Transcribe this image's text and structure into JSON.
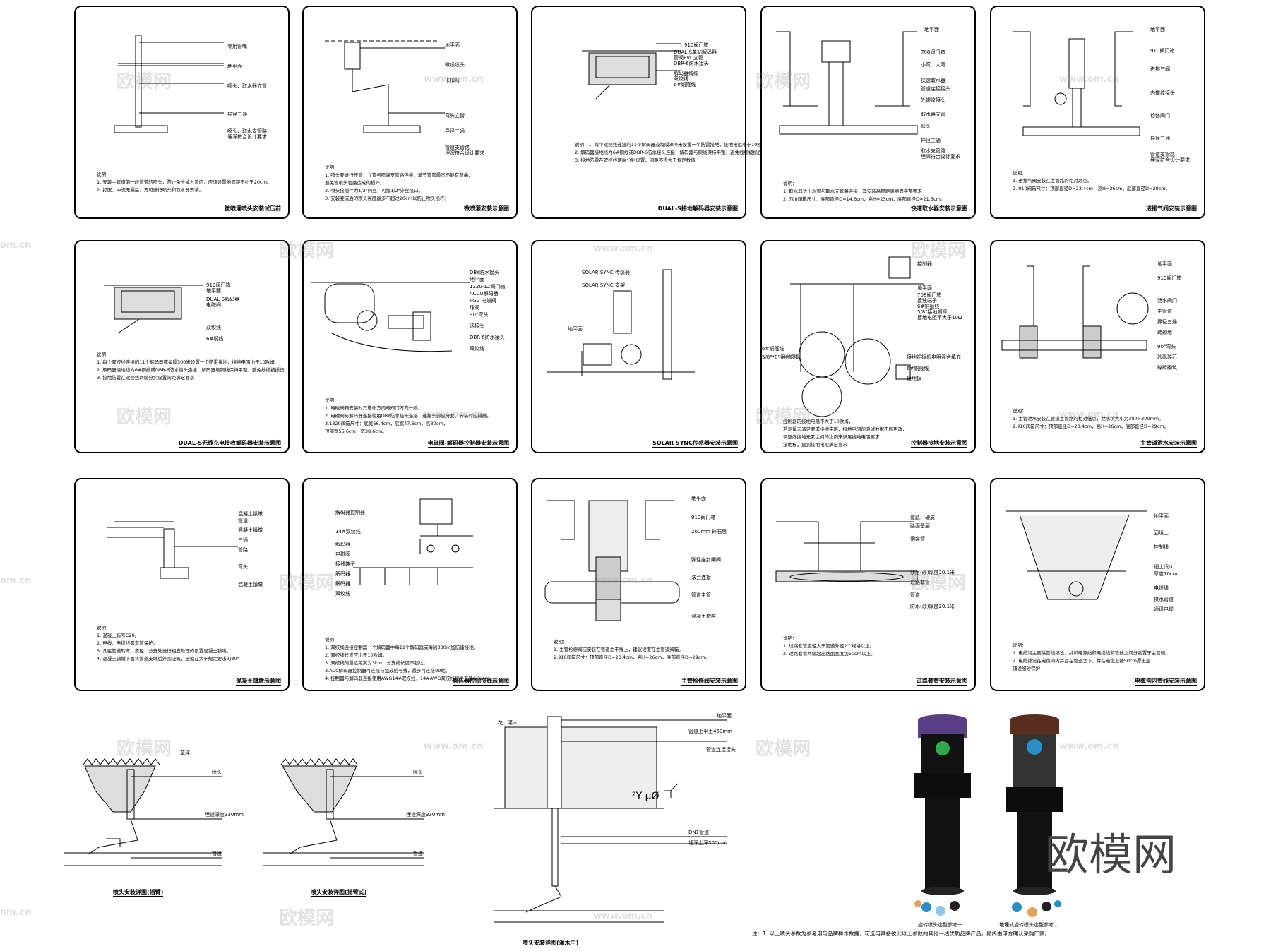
{
  "panels": [
    {
      "title": "微喷灌喷头安装试压前",
      "labels": [
        "专用管嘴",
        "地平面",
        "喷头、取水器立管",
        "异径三通",
        "喷头、取水支管路",
        "埋深符合设计要求"
      ],
      "notes": [
        "说明：",
        "1. 安装主管道前一段管道的喷头，防止杂土掉入管内，应须设置地面距不小于20cm。",
        "2. 打压、冲洗无漏后，方可进行喷头和取水器安装。"
      ]
    },
    {
      "title": "微喷灌安装示意图",
      "labels": [
        "地平面",
        "微喷喷头",
        "卡扣弯",
        "弯头立管",
        "异径三通",
        "管道支管路",
        "埋深符合设计要求"
      ],
      "notes": [
        "说明：",
        "1. 喷头要进行枝管，立管与喷灌支管路连接，单节管管最宽不能有弯曲，",
        "   避免管喷头管路造成的损坏。",
        "2. 喷头接插件为1/2\"内丝，可接1/2\"外丝接口。",
        "3. 安装完成后的喷头高度最多不超过20cm以防止喷头损坏。"
      ]
    },
    {
      "title": "DUAL-S接地解码器安装示意图",
      "labels": [
        "910阀门箱",
        "DUAL-S单站解码器",
        "管阀PVC立管",
        "DBR-6防水接头",
        "解码器线缆",
        "双绞线",
        "6#铜箍线"
      ],
      "notes": [
        "说明：1. 每个双绞线连接的11个解码器或每隔300米设置一个防雷接地，接地电阻小于10欧姆",
        "   2. 解码器接地线为6#铜线或DBR-6防水接头连接，解码器与铜线保持平整，避免线缆被损伤",
        "   3. 接地防雷在双绞线两端分别设置，间距不得大于规定数值"
      ]
    },
    {
      "title": "快速取水器安装示意图",
      "labels": [
        "地平面",
        "708阀门箱",
        "小弯、大弯",
        "快速取水器",
        "管道连接接头",
        "外螺纹接头",
        "取水器支管",
        "弯头",
        "异径三通",
        "取水支管路",
        "埋深符合设计要求"
      ],
      "notes": [
        "说明：",
        "1. 取水器进出水管与取水支管路连接，其安装高度距离地面平整要求",
        "2. 708阀箱尺寸：底部直径D=14.6cm，高H=23cm，底部直径D=21.5cm。"
      ]
    },
    {
      "title": "进排气阀安装示意图",
      "labels": [
        "地平面",
        "910阀门箱",
        "进排气阀",
        "内螺纹接头",
        "检修阀门",
        "异径三通",
        "管道支管路",
        "埋深符合设计要求"
      ],
      "notes": [
        "说明：",
        "1. 进排气阀安装在主管路的相对高点。",
        "2. 910阀箱尺寸：顶部直径D=23.4cm，高H=26cm，底部直径D=29cm。"
      ]
    },
    {
      "title": "DUAL-S无线充电接收解码器安装示意图",
      "labels": [
        "910阀门箱",
        "地平面",
        "DUAL-S解码器",
        "电磁阀",
        "双绞线",
        "6#铜线"
      ],
      "notes": [
        "说明：",
        "1. 每个双绞线连接的11个解码器或每隔300米设置一个防雷接地，接地电阻小于10欧姆",
        "2. 解码器接地线为6#铜线或DBR-6防水接头连接，解码器与铜线保持平整，避免线缆被损伤",
        "3. 接地防雷在双绞线两端分别设置间距满足要求"
      ]
    },
    {
      "title": "电磁阀-解码器控制器安装示意图",
      "labels": [
        "DBY防水接头",
        "地平面",
        "1320-12阀门箱",
        "ACCU解码器",
        "PGV 电磁阀",
        "球阀",
        "90°弯头",
        "活接头",
        "DBR-6防水接头",
        "双绞线"
      ],
      "notes": [
        "说明：",
        "1. 电磁阀箱安装时其箱体方向与阀门方向一致。",
        "2. 电磁阀与解码器连接使用DBY防水接头连接，连接头部应分套，安装时应排线。",
        "3.1320阀箱尺寸：底宽66.4cm，底宽47.6cm，高30cm，",
        "              顶部宽55.6cm，宽38.6cm。"
      ]
    },
    {
      "title": "SOLAR SYNC传感器安装示意图",
      "labels": [
        "SOLAR SYNC 传感器",
        "SOLAR SYNC 支架",
        "地平面"
      ],
      "notes": []
    },
    {
      "title": "控制器接地安装示意图",
      "labels": [
        "控制器",
        "地平面",
        "708阀门箱",
        "接线端子",
        "6#铜箍线",
        "5/8\"接地铜棒",
        "接地电阻不大于10Ω",
        "5/8\"*8'接地铜棒",
        "6#铜箍线",
        "接地铜板低电阻混合填充",
        "6#铜箍线",
        "接地板"
      ],
      "notes": [
        "控制器的接地电阻不大于10欧姆，",
        "若测量未满足要求接地电阻，接地电阻的测试数据不断更改，",
        "调整好接地元素之间的比例来满足接地电阻要求",
        "接地板，直到接地电阻满足要求"
      ]
    },
    {
      "title": "主管道泄水安装示意图",
      "labels": [
        "地平面",
        "910阀门箱",
        "泄水阀门",
        "主管道",
        "异径三通",
        "砖砌墙",
        "90°弯头",
        "砂砾碎石",
        "碎砖砌筑"
      ],
      "notes": [
        "说明：",
        "1. 主管泄水安装在管道主管路的相对低点，泄水坑大小为300×300mm。",
        "2.910阀箱尺寸：顶部直径D=23.4cm，高H=26cm，底部直径D=29cm。"
      ]
    },
    {
      "title": "混凝土镇墩示意图",
      "labels": [
        "混凝土镇墩",
        "管道",
        "混凝土镇墩",
        "三通",
        "管路",
        "弯头",
        "混凝土镇墩"
      ],
      "notes": [
        "说明：",
        "1. 混凝土标号C20。",
        "2. 电线、电缆线需套管保护。",
        "3. 凡在管道转弯、变径、分支处进行相应处理的设置混凝土镇墩。",
        "4. 混凝土镇墩下面将管道支墩后外围浇筑，压缩在大于规定要求的80°"
      ]
    },
    {
      "title": "解码器控制接线示意图",
      "labels": [
        "解码器控制器",
        "14#双绞线",
        "解码器",
        "电磁阀",
        "接线端子",
        "解码器",
        "解码器",
        "双绞线"
      ],
      "notes": [
        "说明：",
        "1. 双绞线连接控制器一个解码器中每11个解码器或每隔330m加防雷接地。",
        "2. 双绞线长度应小于10欧姆。",
        "3. 双绞线的最远距离为3km，分支线长度不超过。",
        "3.ACC解码器控制器可连接与组成信号线，最多可连接99站。",
        "4. 控制器与解码器连接使用AWG14#双绞线，14#AWG双绞线规格直径6.3mm。"
      ]
    },
    {
      "title": "主管检修阀安装示意图",
      "labels": [
        "地平面",
        "910阀门箱",
        "200mm 碎石层",
        "弹性座封闸阀",
        "法兰连接",
        "管道主管",
        "混凝土墩座"
      ],
      "notes": [
        "说明：",
        "1. 主管检修阀应安装在管道主干线上，建议设置在主管道阀箱。",
        "2.910阀箱尺寸：顶部直径D=23.4cm，高H=26cm，底部直径D=29cm。"
      ]
    },
    {
      "title": "过路套管安装示意图",
      "labels": [
        "道路、硬质",
        "路面基层",
        "钢套管",
        "沙层(砂)厚度20.1米",
        "过路套管",
        "管道",
        "防水(砂)厚度20.1米"
      ],
      "notes": [
        "说明：",
        "1. 过路套管直径大于管道外径2个规格以上。",
        "2. 过路套管两端超出路面宽度加50cm以上。"
      ]
    },
    {
      "title": "电缆沟内管线安装示意图",
      "labels": [
        "地平面",
        "回填土",
        "控制线",
        "细土(砂)",
        "厚度10cm",
        "电缆线",
        "供水管道",
        "通讯电缆"
      ],
      "notes": [
        "说明：",
        "1. 电缆沟主要供管线铺设，并和电源线和电缆线和管线之间分别置于主管侧。",
        "2. 电缆铺设在电缆沟内并且在管道之下，并在电缆上铺50cm厚土层",
        "   铺设细砂保护"
      ]
    }
  ],
  "bottom": {
    "drawing1_title": "喷头安装详图(摇臂)",
    "drawing1_labels": [
      "草坪",
      "喷头",
      "埋设深度330mm",
      "管道"
    ],
    "drawing2_title": "喷头安装详图(摇臂式)",
    "drawing2_labels": [
      "喷头",
      "埋设深度330mm",
      "管道"
    ],
    "drawing3_title": "喷头安装详图(灌木中)",
    "drawing3_labels": [
      "花、灌木",
      "地平面",
      "管道上平土450mm",
      "管道连接接头",
      "DN1管道",
      "埋深上深500mm"
    ],
    "photo1_caption": "旋转喷头选型参考一",
    "photo2_caption": "地埋式旋转喷头选型参考二",
    "footnote": "注：1. 以上喷头参数为参考用与品牌样本数据，可选用具备彼此以上参数的其他一线优质品牌产品，最终由甲方确认采购厂家。"
  },
  "watermarks": {
    "logo": "欧模网",
    "url": "www.om.cn",
    "url_short": "om.cn"
  },
  "colors": {
    "line": "#000000",
    "photo_body": "#111111",
    "cap1": "#5b3f86",
    "cap2": "#5a2e1f",
    "green_logo": "#2fa84f",
    "nozzle_blue": "#2a8fc9"
  }
}
